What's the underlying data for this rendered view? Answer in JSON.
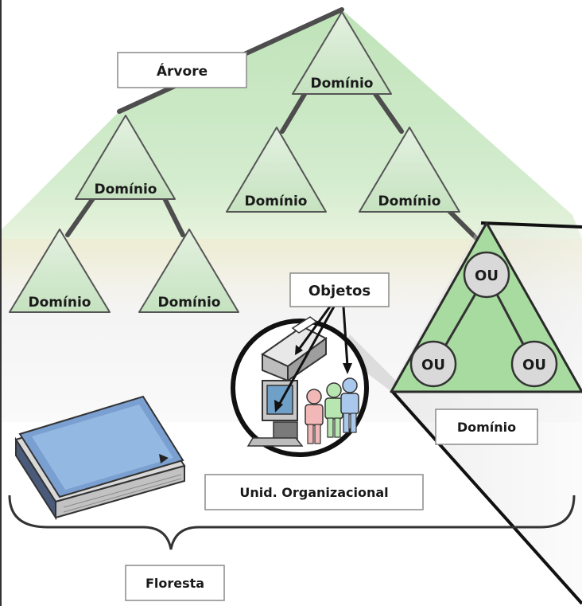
{
  "labels": {
    "tree": "Árvore",
    "domain": "Domínio",
    "objects": "Objetos",
    "ou": "OU",
    "domain_box": "Domínio",
    "org_unit": "Unid. Organizacional",
    "forest": "Floresta"
  },
  "colors": {
    "tree_band": "#c9e6c4",
    "triangle_fill": "#d6ead3",
    "ou_triangle_fill": "#a8dba0",
    "ou_circle_fill": "#d9d9d9",
    "line": "#4d4d4d",
    "book_cover": "#6f8fc7"
  },
  "icons": [
    "book-icon",
    "printer-icon",
    "computer-icon",
    "people-icon"
  ]
}
